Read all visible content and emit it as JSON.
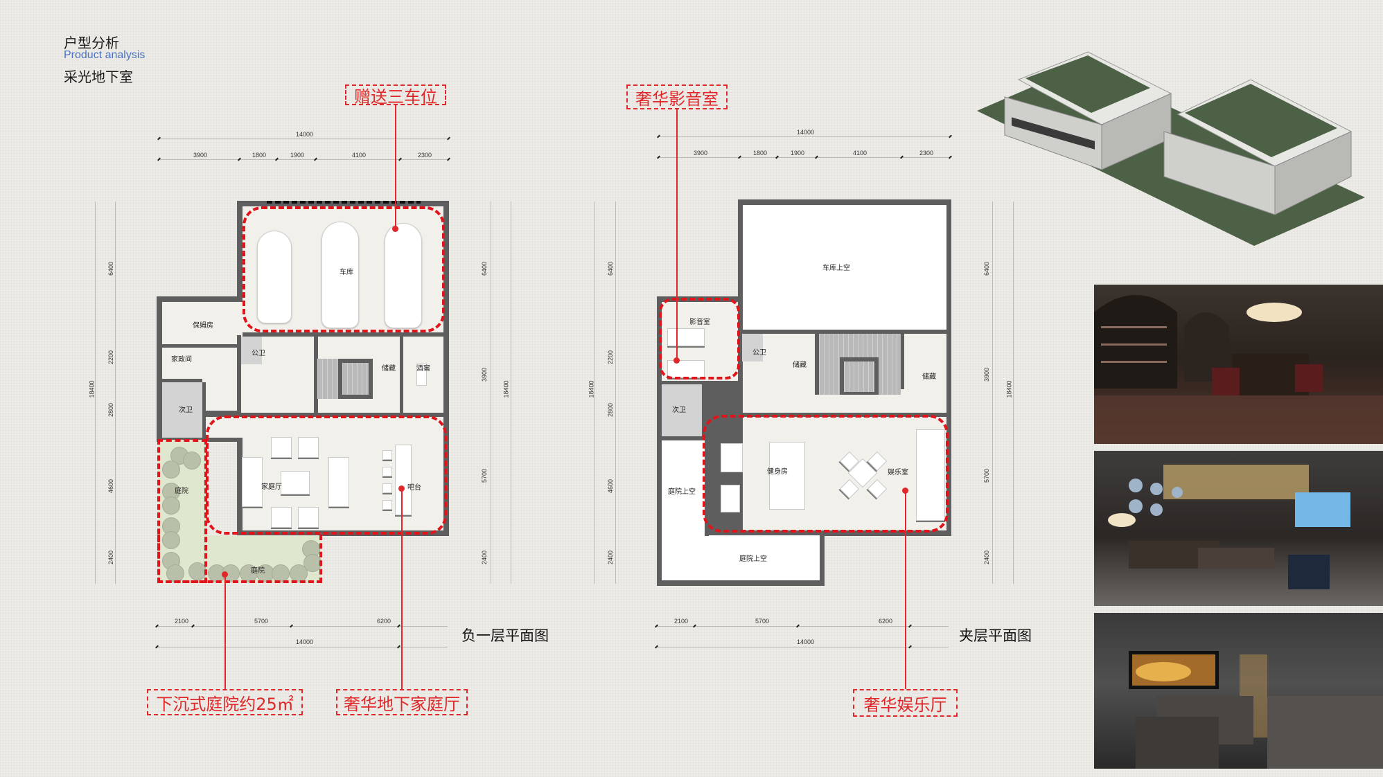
{
  "header": {
    "title": "户型分析",
    "subtitle_en": "Product analysis",
    "section": "采光地下室"
  },
  "colors": {
    "accent_red": "#e0282a",
    "title_blue": "#4a72c0",
    "wall": "#5e5e5e",
    "garden": "#dfe8cf",
    "roof_green": "#4d6146"
  },
  "plans": [
    {
      "name": "负一层平面图",
      "top_dims": {
        "total": "14000",
        "segments": [
          "3900",
          "1800",
          "1900",
          "4100",
          "2300"
        ]
      },
      "bottom_dims": {
        "total": "14000",
        "segments": [
          "2100",
          "5700",
          "6200"
        ]
      },
      "left_dims": {
        "total": "18400",
        "segments": [
          "6400",
          "2200",
          "2800",
          "4600",
          "2400"
        ]
      },
      "right_dims": {
        "total": "18400",
        "segments": [
          "6400",
          "3900",
          "5700",
          "2400"
        ]
      },
      "rooms": [
        "车库",
        "保姆房",
        "家政间",
        "次卫",
        "公卫",
        "储藏",
        "酒窖",
        "家庭厅",
        "吧台",
        "庭院",
        "庭院"
      ],
      "callouts": [
        "赠送三车位",
        "下沉式庭院约25㎡",
        "奢华地下家庭厅"
      ]
    },
    {
      "name": "夹层平面图",
      "top_dims": {
        "total": "14000",
        "segments": [
          "3900",
          "1800",
          "1900",
          "4100",
          "2300"
        ]
      },
      "bottom_dims": {
        "total": "14000",
        "segments": [
          "2100",
          "5700",
          "6200"
        ]
      },
      "left_dims": {
        "total": "18400",
        "segments": [
          "6400",
          "2200",
          "2800",
          "4600",
          "2400"
        ]
      },
      "right_dims": {
        "total": "18400",
        "segments": [
          "6400",
          "3900",
          "5700",
          "2400"
        ]
      },
      "rooms": [
        "车库上空",
        "影音室",
        "公卫",
        "储藏",
        "储藏",
        "次卫",
        "健身房",
        "娱乐室",
        "庭院上空",
        "庭院上空"
      ],
      "callouts": [
        "奢华影音室",
        "奢华娱乐厅"
      ]
    }
  ],
  "images": [
    {
      "name": "building-aerial-render",
      "alt": "3D aerial render of villa buildings"
    },
    {
      "name": "wine-cellar-photo",
      "alt": "wine cellar interior"
    },
    {
      "name": "family-lounge-photo",
      "alt": "basement family lounge interior"
    },
    {
      "name": "home-theater-photo",
      "alt": "home theater interior"
    }
  ]
}
